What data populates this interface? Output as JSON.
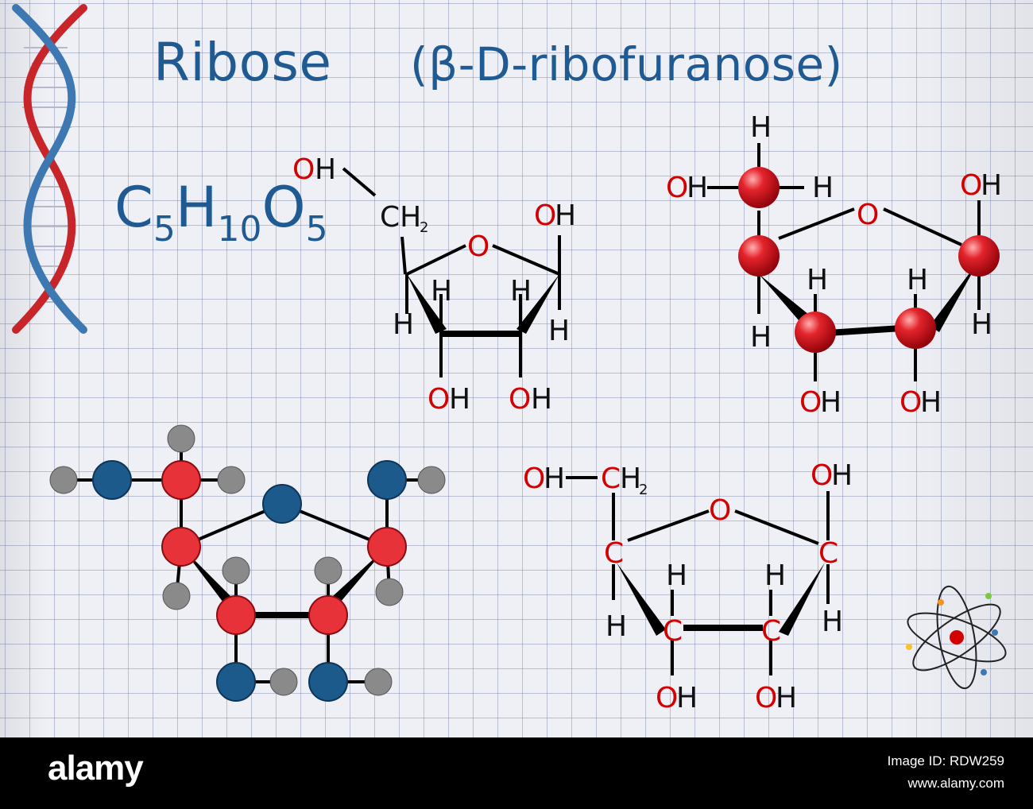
{
  "title": "Ribose",
  "subtitle": "(β-D-ribofuranose)",
  "formula": {
    "c": "C",
    "c_n": "5",
    "h": "H",
    "h_n": "10",
    "o": "O",
    "o_n": "5"
  },
  "labels": {
    "oh": "OH",
    "o": "O",
    "h": "H",
    "c": "C",
    "ch2": "CH",
    "two": "2"
  },
  "colors": {
    "title": "#1f5a92",
    "oxygen_text": "#d40000",
    "atom_red": "#e8323a",
    "atom_blue": "#1c5a8c",
    "atom_grey": "#8a8a8a",
    "sphere_red": "#d8141c"
  },
  "footer": {
    "brand": "alamy",
    "image_id": "Image ID: RDW259",
    "site": "www.alamy.com"
  },
  "icons": {
    "dna": "dna-helix-icon",
    "atom": "atom-icon"
  }
}
